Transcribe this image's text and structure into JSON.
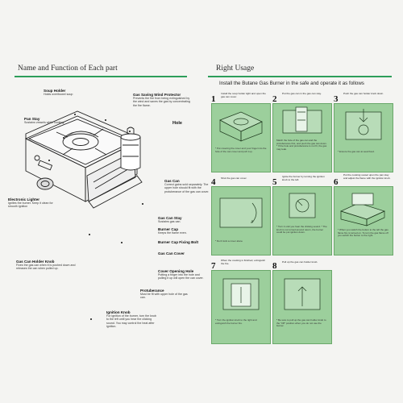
{
  "left": {
    "title": "Name and Function of Each part",
    "parts": [
      {
        "name": "Soup Holder",
        "desc": "Holds over/bowel soup"
      },
      {
        "name": "Gas Saving Wind Protector",
        "desc": "Prevents the fire from being extinguished by the wind and saves the gas by concentrating the fire flame."
      },
      {
        "name": "Pan Stay",
        "desc": "Sustains vessels while cooking."
      },
      {
        "name": "Hole",
        "desc": ""
      },
      {
        "name": "Gas Can",
        "desc": "Correct gains sold separately. The upper hole should fit with the protuberance of the gas can cover."
      },
      {
        "name": "Electronic Lighter",
        "desc": "Ignites the burner. Keep it clean for smooth ignition"
      },
      {
        "name": "Gas Can Stay",
        "desc": "Sustains gas can."
      },
      {
        "name": "Burner Cap",
        "desc": "Keeps the flame even."
      },
      {
        "name": "Burner Cap Fixing Bolt",
        "desc": ""
      },
      {
        "name": "Gas Can Cover",
        "desc": ""
      },
      {
        "name": "Gas Can Holder Knob",
        "desc": "Fixes the gas can when it is pushed down and releases the can when pulled up."
      },
      {
        "name": "Cover Opening Hole",
        "desc": "Putting a finger into the hole and pulling it up will open the can cover."
      },
      {
        "name": "Protuberance",
        "desc": "Must be fit with upper hole of the gas can."
      },
      {
        "name": "Ignition Knob",
        "desc": "For ignition of the burner, turn the knob to the left until you hear the clicking sound. You may control the heat after ignition."
      }
    ]
  },
  "right": {
    "title": "Right Usage",
    "subtitle": "Install the Butane Gas Burner in the safe and operate it as follows",
    "steps": [
      {
        "num": "1",
        "text": "Install the soup holder tight and open the gas can cover.",
        "caption": "* Put covering the cover and your finger into the hole of the can cover and pull it up."
      },
      {
        "num": "2",
        "text": "Put the gas can in the gas can stay.",
        "caption": "Match the hole of the gas can and the protuberance first, and push the gas can down. * If the hole and protuberance is not fit, the gas may leak."
      },
      {
        "num": "3",
        "text": "Push the gas can holder knob down.",
        "caption": "* Ensure the gas can at seat fixed."
      },
      {
        "num": "4",
        "text": "Shut the gas can cover.",
        "caption": "* Don't lock a cover alone"
      },
      {
        "num": "5",
        "text": "Ignite the burner by turning the ignition knob to the left.",
        "caption": "* Turn it until you hear the clicking sound. * The knob is not turned around return, the burner could be put ignition down."
      },
      {
        "num": "6",
        "text": "Put the cooking vessel upon the pan stay and adjust the flame with the ignition knob.",
        "caption": "* When you switch the button to the left the gas flame fire is turned on. To turn the gas flame off you switch the button to the right."
      },
      {
        "num": "7",
        "text": "When the cooking is finished, extinguish the fire.",
        "caption": "* Turn the ignition knob to the right and extinguish the burner fire."
      },
      {
        "num": "8",
        "text": "Pull up the gas can holder knob.",
        "caption": "* Be sure to pull up the gas can holder knob to the \"Off\" position when you do not use the burner."
      }
    ]
  },
  "colors": {
    "accent": "#2d9e5a",
    "panel": "#9ccf9c"
  }
}
